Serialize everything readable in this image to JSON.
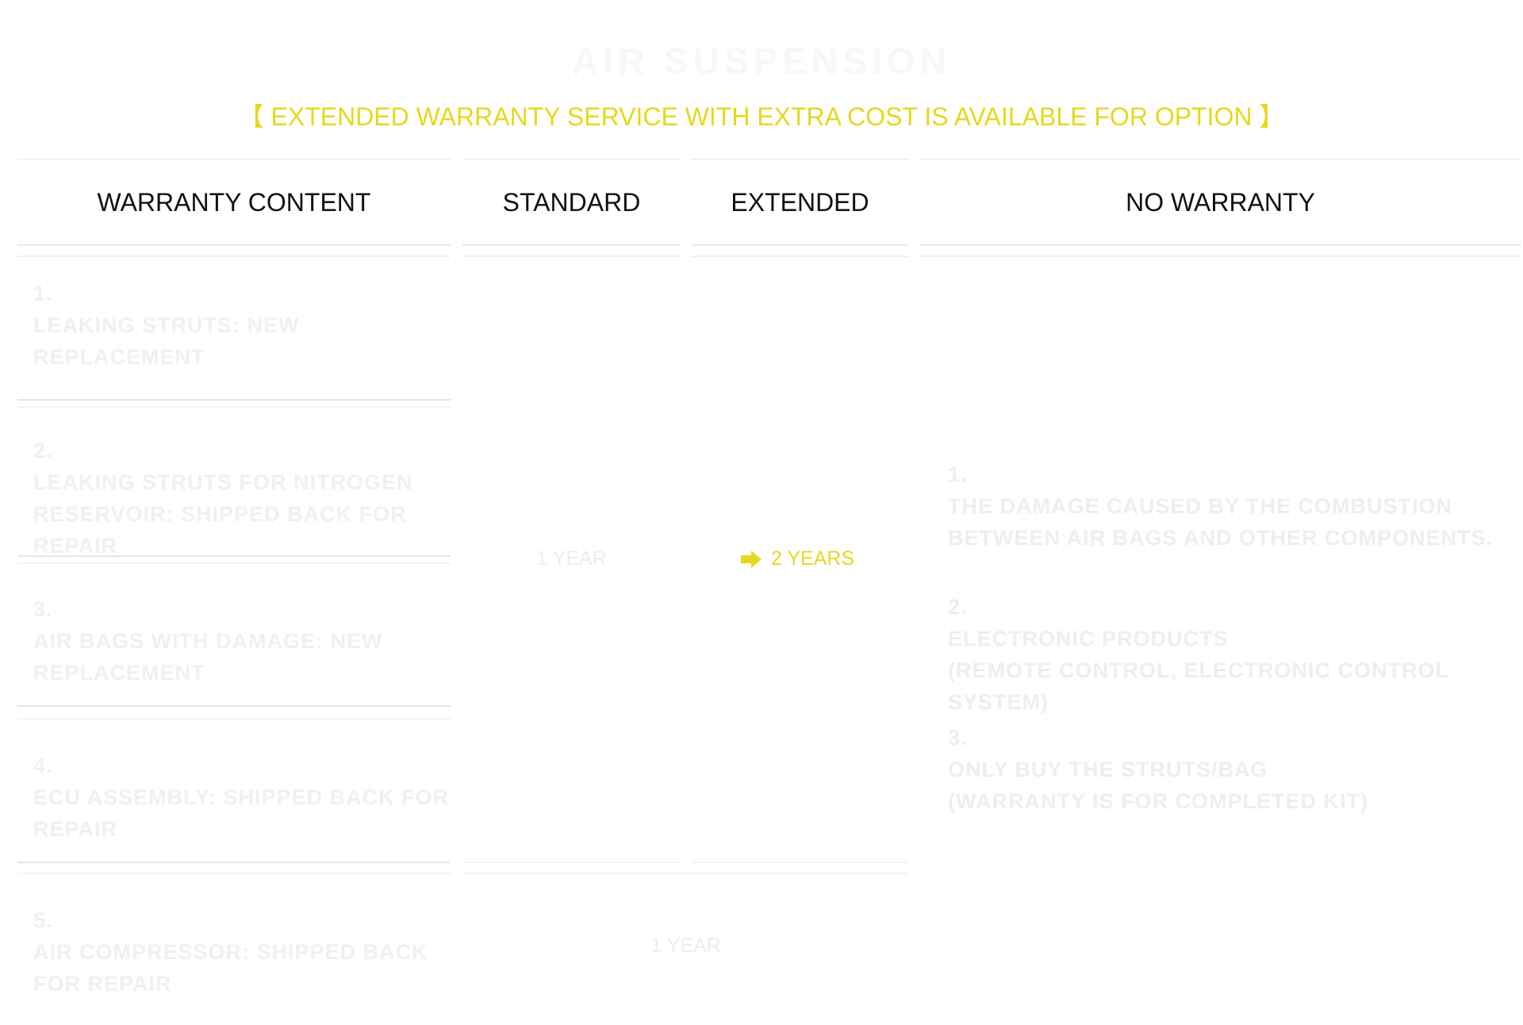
{
  "title": "AIR SUSPENSION",
  "subtitle": "【 EXTENDED WARRANTY SERVICE WITH EXTRA COST IS AVAILABLE FOR OPTION 】",
  "headers": {
    "content": "WARRANTY CONTENT",
    "standard": "STANDARD",
    "extended": "EXTENDED",
    "no_warranty": "NO WARRANTY"
  },
  "content_rows": [
    {
      "num": "1.",
      "lines": [
        "LEAKING STRUTS: NEW REPLACEMENT"
      ]
    },
    {
      "num": "2.",
      "lines": [
        "LEAKING STRUTS FOR NITROGEN",
        "RESERVOIR: SHIPPED BACK FOR REPAIR"
      ]
    },
    {
      "num": "3.",
      "lines": [
        "AIR BAGS WITH DAMAGE: NEW",
        "REPLACEMENT"
      ]
    },
    {
      "num": "4.",
      "lines": [
        "ECU ASSEMBLY: SHIPPED BACK FOR",
        "REPAIR"
      ]
    },
    {
      "num": "5.",
      "lines": [
        "AIR COMPRESSOR: SHIPPED BACK",
        "FOR REPAIR"
      ]
    }
  ],
  "standard_value": "1 YEAR",
  "extended_value": "2 YEARS",
  "compressor_value": "1 YEAR",
  "no_warranty_items": [
    {
      "num": "1.",
      "lines": [
        "THE DAMAGE CAUSED BY THE COMBUSTION",
        "BETWEEN AIR BAGS AND OTHER COMPONENTS."
      ]
    },
    {
      "num": "2.",
      "lines": [
        "ELECTRONIC PRODUCTS",
        "(REMOTE CONTROL, ELECTRONIC CONTROL SYSTEM)"
      ]
    },
    {
      "num": "3.",
      "lines": [
        "ONLY BUY THE STRUTS/BAG",
        "(WARRANTY IS FOR COMPLETED KIT)"
      ]
    }
  ],
  "colors": {
    "accent": "#e6d81c",
    "header_text": "#111111",
    "faint_text": "#f0f0f0"
  }
}
